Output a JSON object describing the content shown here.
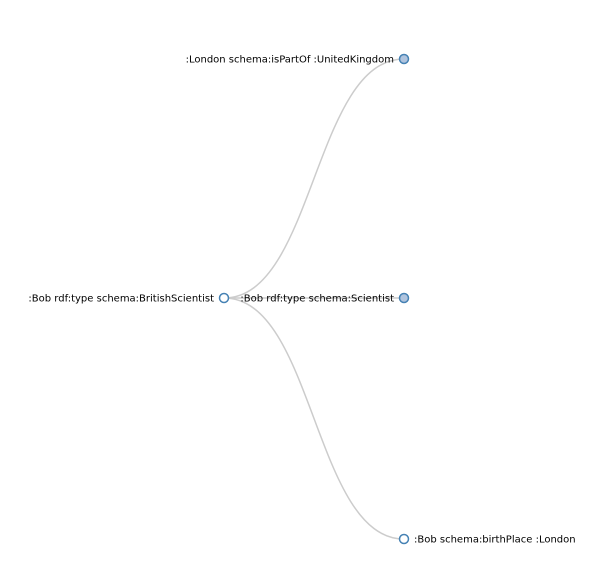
{
  "diagram": {
    "type": "tree",
    "colors": {
      "link": "#cccccc",
      "node_stroke": "#4682b4",
      "collapsed_fill": "#b0c4de",
      "expanded_fill": "#ffffff"
    },
    "root": {
      "id": "bob-britishscientist",
      "label": ":Bob rdf:type schema:BritishScientist",
      "state": "expanded",
      "children": [
        {
          "id": "london-ispartof-uk",
          "label": ":London schema:isPartOf :UnitedKingdom",
          "state": "collapsed",
          "label_side": "left"
        },
        {
          "id": "bob-scientist",
          "label": ":Bob rdf:type schema:Scientist",
          "state": "collapsed",
          "label_side": "left"
        },
        {
          "id": "bob-birthplace-london",
          "label": ":Bob schema:birthPlace :London",
          "state": "expanded",
          "label_side": "right"
        }
      ]
    }
  }
}
